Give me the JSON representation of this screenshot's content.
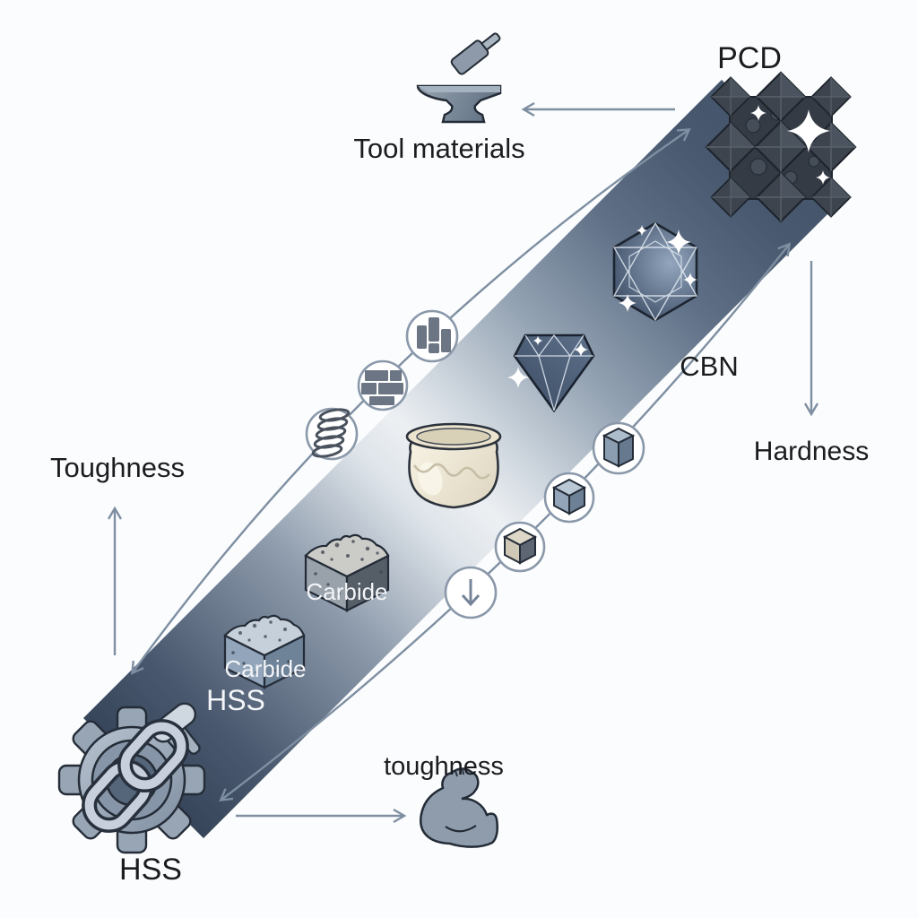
{
  "diagram": {
    "labels": {
      "pcd": "PCD",
      "tool_materials": "Tool materials",
      "cbn": "CBN",
      "hardness": "Hardness",
      "toughness": "Toughness",
      "toughness_small": "toughness",
      "carbide_upper": "Carbide",
      "carbide_lower": "Carbide",
      "hss_band": "HSS",
      "hss_bottom": "HSS"
    },
    "icons": {
      "top": "anvil-hammer-icon",
      "top_right": "pcd-crystal-cluster-icon",
      "band_upper": [
        "cbn-hexagon-crystal-icon",
        "diamond-gem-icon",
        "ceramic-pot-icon"
      ],
      "band_lower": [
        "carbide-cube-icon",
        "carbide-cube-icon",
        "gear-chain-icon"
      ],
      "left_edge_circles": [
        "vertical-bricks-icon",
        "brick-wall-icon",
        "spring-icon"
      ],
      "right_edge_circles": [
        "tall-box-icon",
        "blue-cube-icon",
        "tan-cube-icon",
        "down-arrow-icon"
      ],
      "bottom": "bicep-icon"
    },
    "colors": {
      "background": "#fbfcfd",
      "band_end_dark": "#36455a",
      "band_mid_light": "#edf0f3",
      "arrow": "#7e8fa2",
      "text": "#1a1c1f",
      "band_text": "#f3f5f8",
      "pot_cream": "#f0e9d6",
      "crystal_blue": "#42536b",
      "pcd_charcoal": "#3d444e",
      "steel_gray": "#8e9cac"
    }
  }
}
